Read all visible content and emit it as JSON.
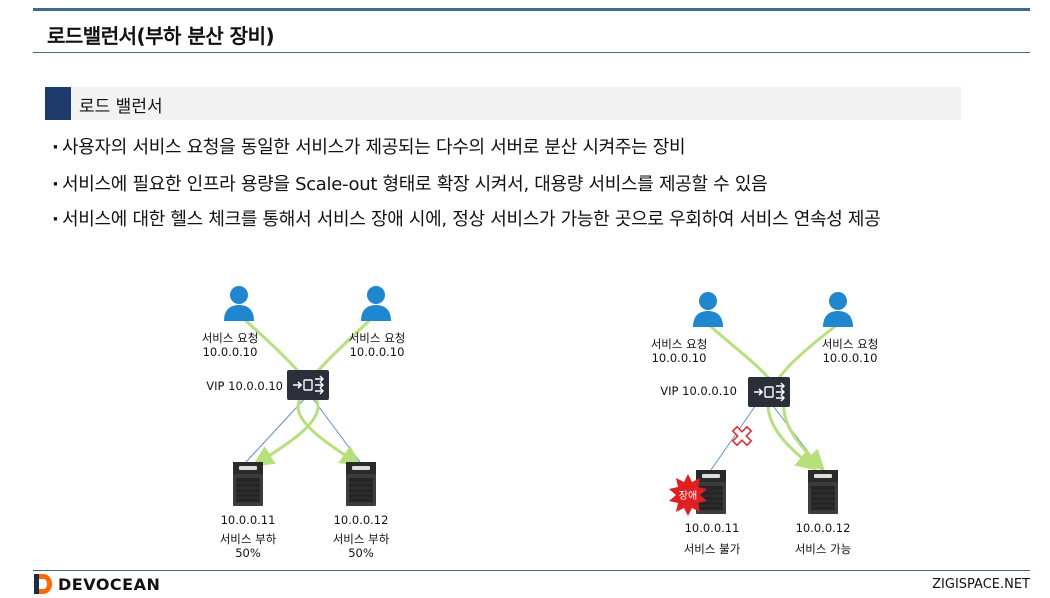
{
  "header": {
    "title": "로드밸런서(부하 분산 장비)"
  },
  "section": {
    "label": "로드 밸런서"
  },
  "bullets": [
    "사용자의 서비스 요청을 동일한 서비스가 제공되는 다수의 서버로 분산 시켜주는 장비",
    "서비스에 필요한 인프라 용량을 Scale-out 형태로 확장 시켜서, 대용량 서비스를 제공할 수 있음",
    "서비스에 대한 헬스 체크를 통해서 서비스 장애 시에, 정상 서비스가 가능한 곳으로 우회하여 서비스 연속성 제공"
  ],
  "bullet_glyph": "·",
  "diagram_left": {
    "user_left": {
      "label": "서비스 요청",
      "ip": "10.0.0.10"
    },
    "user_right": {
      "label": "서비스 요청",
      "ip": "10.0.0.10"
    },
    "vip": "VIP 10.0.0.10",
    "server_left": {
      "ip": "10.0.0.11",
      "status": "서비스 부하",
      "load": "50%"
    },
    "server_right": {
      "ip": "10.0.0.12",
      "status": "서비스 부하",
      "load": "50%"
    }
  },
  "diagram_right": {
    "user_left": {
      "label": "서비스 요청",
      "ip": "10.0.0.10"
    },
    "user_right": {
      "label": "서비스 요청",
      "ip": "10.0.0.10"
    },
    "vip": "VIP 10.0.0.10",
    "failure_badge": "장애",
    "server_left": {
      "ip": "10.0.0.11",
      "status": "서비스 불가"
    },
    "server_right": {
      "ip": "10.0.0.12",
      "status": "서비스 가능"
    }
  },
  "footer": {
    "logo": "DEVOCEAN",
    "site": "ZIGISPACE.NET"
  },
  "colors": {
    "accent": "#3e6b86",
    "marker": "#1f3b6e",
    "user": "#1f86d0",
    "flow": "#b5e07a",
    "link": "#5b8fd6",
    "failure": "#e02020"
  }
}
